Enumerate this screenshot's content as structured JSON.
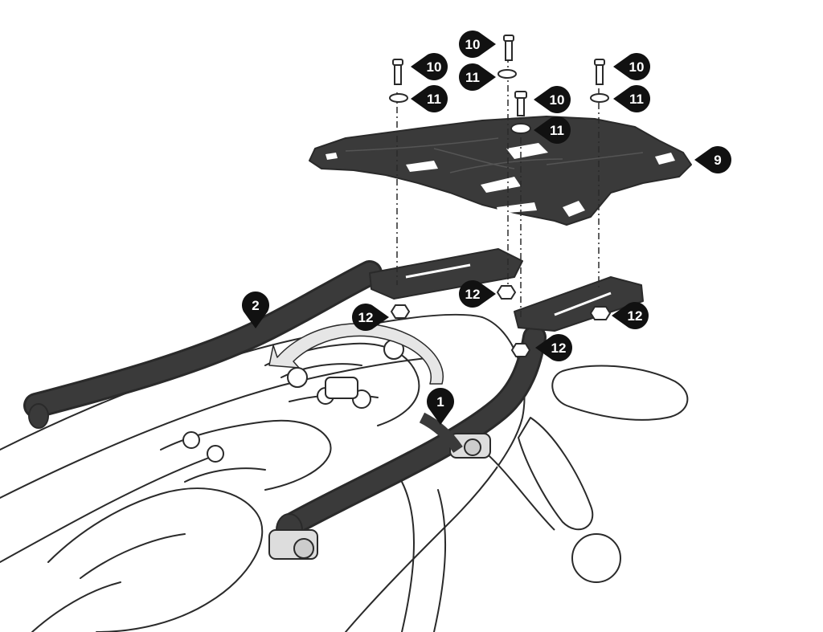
{
  "colors": {
    "outline": "#2a2a2a",
    "part_fill": "#3a3a3a",
    "callout_fill": "#111111",
    "callout_text": "#ffffff",
    "arrow_fill": "#e6e6e6"
  },
  "callouts": [
    {
      "id": "c10a",
      "number": "10"
    },
    {
      "id": "c11a",
      "number": "11"
    },
    {
      "id": "c10b",
      "number": "10"
    },
    {
      "id": "c11b",
      "number": "11"
    },
    {
      "id": "c10c",
      "number": "10"
    },
    {
      "id": "c11c",
      "number": "11"
    },
    {
      "id": "c10d",
      "number": "10"
    },
    {
      "id": "c11d",
      "number": "11"
    },
    {
      "id": "c9",
      "number": "9"
    },
    {
      "id": "c2",
      "number": "2"
    },
    {
      "id": "c12a",
      "number": "12"
    },
    {
      "id": "c12b",
      "number": "12"
    },
    {
      "id": "c12c",
      "number": "12"
    },
    {
      "id": "c12d",
      "number": "12"
    },
    {
      "id": "c1",
      "number": "1"
    }
  ]
}
